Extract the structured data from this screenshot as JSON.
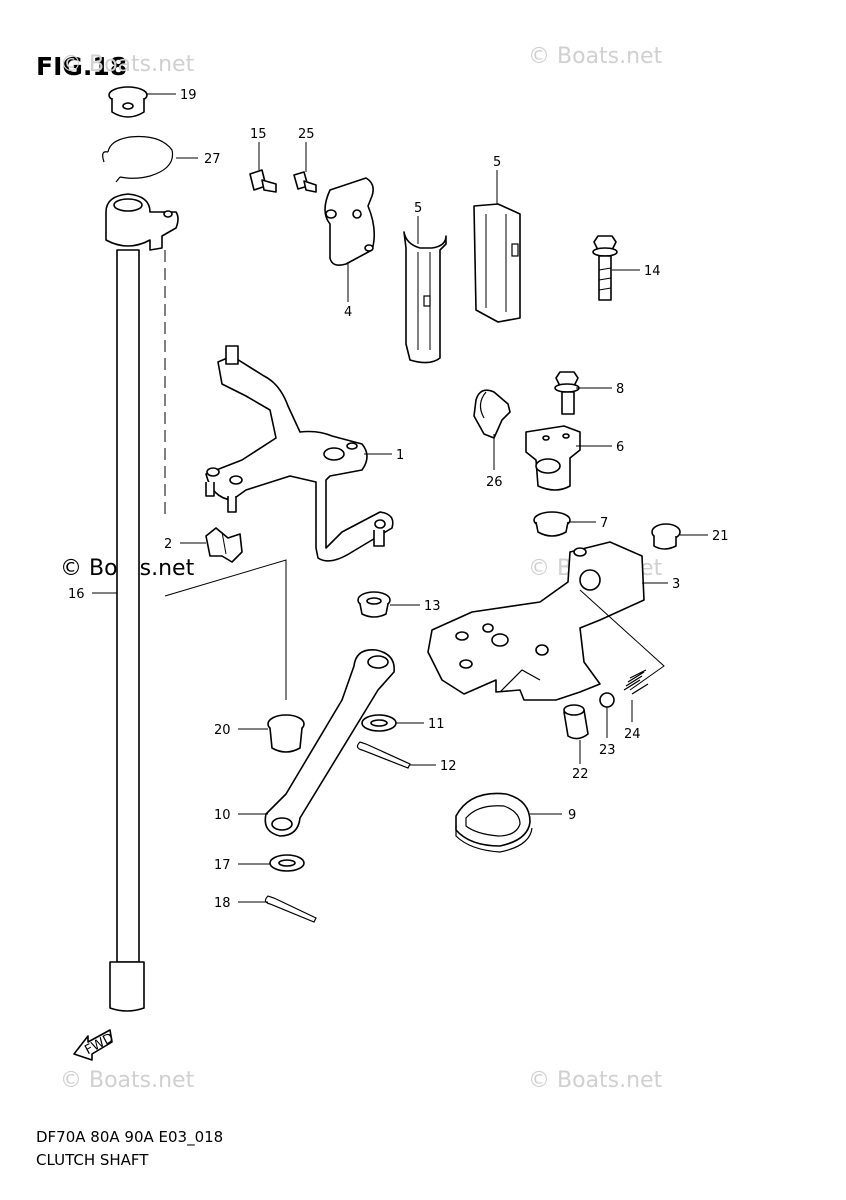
{
  "figure_title": "FIG.18",
  "footer": {
    "model_code": "DF70A 80A 90A E03_018",
    "section_name": "CLUTCH SHAFT"
  },
  "watermark_text": "© Boats.net",
  "direction_arrow_label": "FWD",
  "callouts": [
    "19",
    "27",
    "15",
    "25",
    "4",
    "5",
    "5",
    "14",
    "1",
    "8",
    "26",
    "6",
    "2",
    "16",
    "7",
    "21",
    "3",
    "13",
    "20",
    "11",
    "12",
    "24",
    "23",
    "22",
    "10",
    "9",
    "17",
    "18"
  ]
}
